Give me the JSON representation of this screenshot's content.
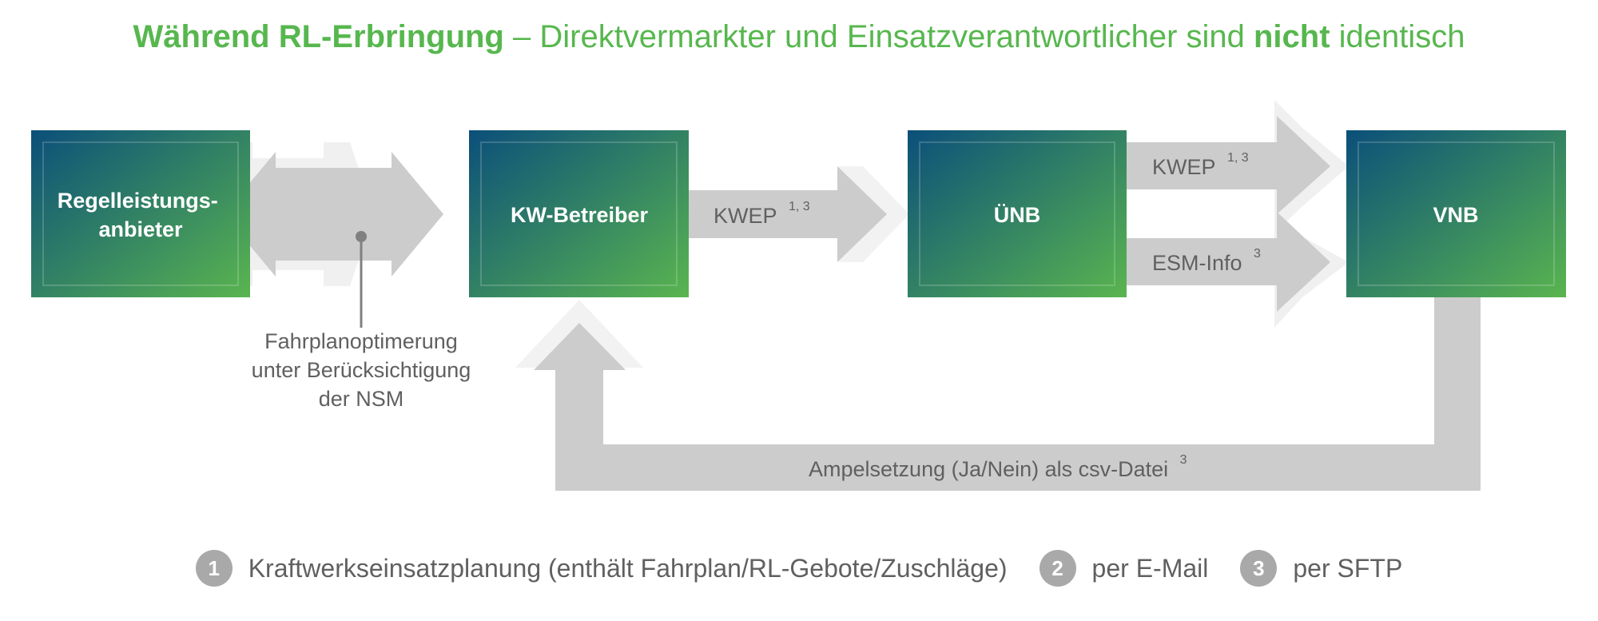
{
  "title": {
    "bold_part": "Während RL-Erbringung",
    "middle_part": " – Direktvermarkter und Einsatzverantwortlicher sind ",
    "bold_not": "nicht",
    "end_part": " identisch"
  },
  "boxes": {
    "regelleistungsanbieter": {
      "line1": "Regelleistungs-",
      "line2": "anbieter"
    },
    "kw_betreiber": "KW-Betreiber",
    "uenb": "ÜNB",
    "vnb": "VNB"
  },
  "arrows": {
    "kw_to_uenb": {
      "label": "KWEP",
      "sup": "1, 3"
    },
    "uenb_to_vnb_top": {
      "label": "KWEP",
      "sup": "1, 3"
    },
    "uenb_to_vnb_bottom": {
      "label": "ESM-Info",
      "sup": "3"
    },
    "vnb_to_kw": {
      "label": "Ampelsetzung (Ja/Nein) als csv-Datei",
      "sup": "3"
    }
  },
  "annotation": {
    "line1": "Fahrplanoptimerung",
    "line2": "unter Berücksichtigung",
    "line3": "der NSM"
  },
  "legend": [
    {
      "num": "1",
      "text": "Kraftwerkseinsatzplanung (enthält Fahrplan/RL-Gebote/Zuschläge)"
    },
    {
      "num": "2",
      "text": "per E-Mail"
    },
    {
      "num": "3",
      "text": "per SFTP"
    }
  ],
  "colors": {
    "accent_green": "#57b74e",
    "box_gradient_start": "#0b4f7a",
    "box_gradient_end": "#5ab54f",
    "arrow_gray": "#cccccc",
    "text_gray": "#606060"
  }
}
